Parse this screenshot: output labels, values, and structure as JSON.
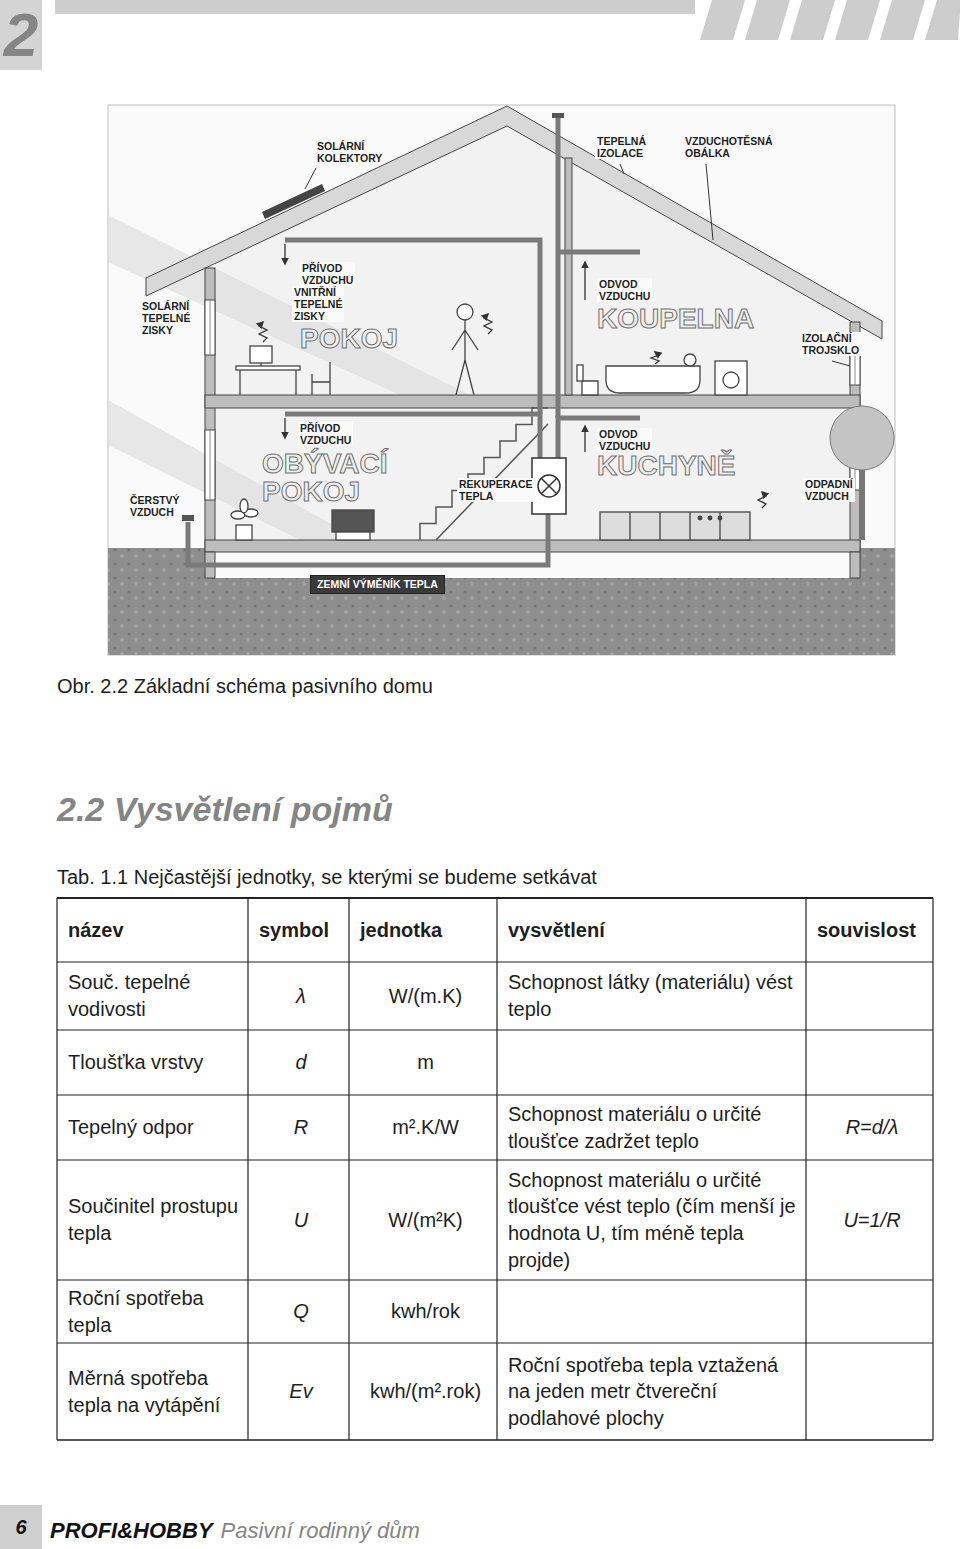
{
  "diagram": {
    "title": "2.2 Vysvětlení pojmů",
    "caption": "Obr. 2.2 Základní schéma pasivního domu",
    "nodes": [
      {
        "text": [
          "2"
        ]
      },
      {
        "text": [
          "ZEMNÍ VÝMĚNÍK TEPLA"
        ]
      },
      {
        "text": [
          "6"
        ]
      }
    ],
    "labels": [
      "SOLÁRNÍ KOLEKTORY",
      "TEPELNÁ IZOLACE",
      "VZDUCHOTĚSNÁ OBÁLKA",
      "PŘÍVOD VZDUCHU",
      "VNITŘNÍ TEPELNÉ ZISKY",
      "POKOJ",
      "ODVOD VZDUCHU",
      "KOUPELNA",
      "SOLÁRNÍ TEPELNÉ ZISKY",
      "IZOLAČNÍ TROJSKLO",
      "PŘÍVOD VZDUCHU",
      "OBÝVACÍ POKOJ",
      "ODVOD VZDUCHU",
      "KUCHYNĚ",
      "REKUPERACE TEPLA",
      "ČERSTVÝ VZDUCH",
      "ODPADNÍ VZDUCH",
      "název",
      "symbol",
      "jednotka",
      "vysvětlení",
      "souvislost",
      "Souč. tepelné vodivosti",
      "λ",
      "W/(m.K)",
      "Schopnost látky (materiálu) vést teplo",
      "Tloušťka vrstvy",
      "d",
      "m",
      "Tepelný odpor",
      "R",
      "m².K/W",
      "Schopnost materiálu o určité tloušťce zadržet teplo",
      "R=d/λ",
      "Součinitel prostupu tepla",
      "U",
      "W/(m²K)",
      "Schopnost materiálu o určité tloušťce vést teplo (čím menší je hodnota U, tím méně tepla projde)",
      "U=1/R",
      "Roční spotřeba tepla",
      "Q",
      "kwh/rok",
      "Měrná spotřeba tepla na vytápění",
      "Ev",
      "kwh/(m².rok)",
      "Roční spotřeba tepla vztažená na jeden metr čtvereční podlahové plochy",
      "Tab. 1.1 Nejčastější jednotky, se kterými se budeme setkávat",
      "PROFI&HOBBY",
      "Pasivní rodinný dům"
    ]
  }
}
